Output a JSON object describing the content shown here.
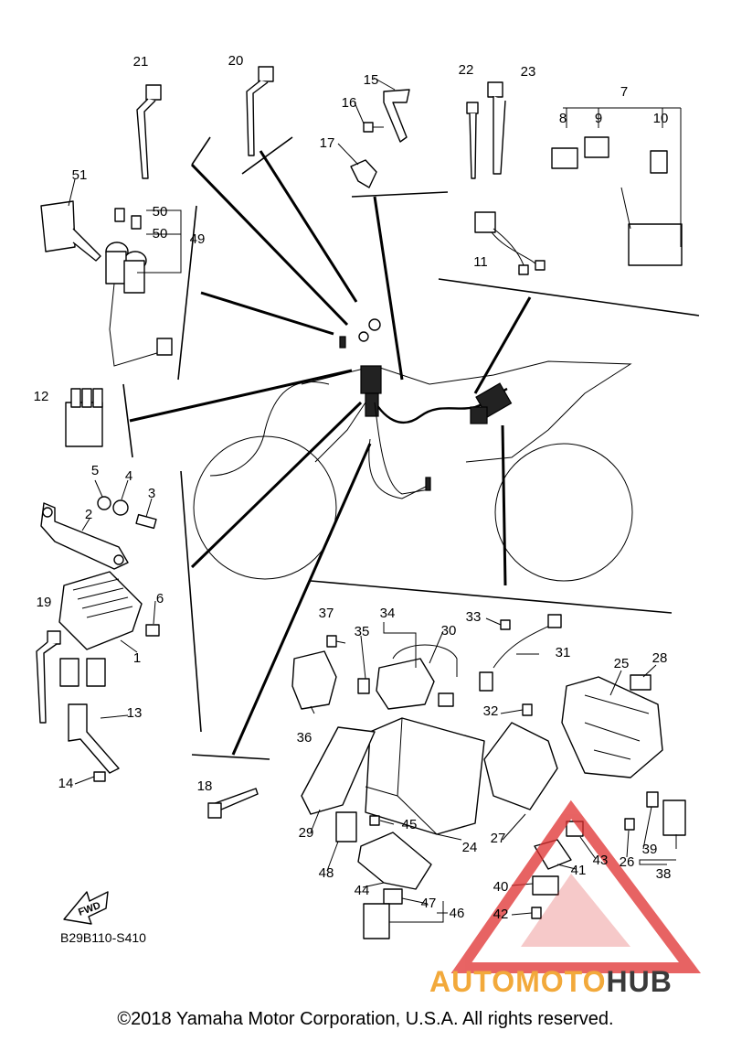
{
  "diagram": {
    "reference_code": "B29B110-S410",
    "fwd_label": "FWD",
    "copyright": "©2018 Yamaha Motor Corporation, U.S.A. All rights reserved.",
    "watermark": {
      "part1": "AUTOMOTO",
      "part2": "HUB",
      "color1": "#f2a93b",
      "color2": "#3a3a3a",
      "triangle_color": "#e03030"
    },
    "callouts": [
      "1",
      "2",
      "3",
      "4",
      "5",
      "6",
      "7",
      "8",
      "9",
      "10",
      "11",
      "12",
      "13",
      "14",
      "15",
      "16",
      "17",
      "18",
      "19",
      "20",
      "21",
      "22",
      "23",
      "24",
      "25",
      "26",
      "27",
      "28",
      "29",
      "30",
      "31",
      "32",
      "33",
      "34",
      "35",
      "36",
      "37",
      "38",
      "39",
      "40",
      "41",
      "42",
      "43",
      "44",
      "45",
      "46",
      "47",
      "48",
      "49",
      "50",
      "51"
    ]
  }
}
